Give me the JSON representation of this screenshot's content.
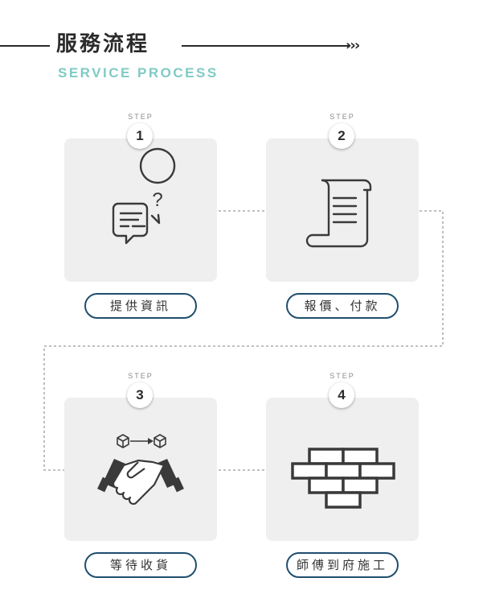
{
  "header": {
    "title": "服務流程",
    "arrow": "›››",
    "subtitle": "SERVICE PROCESS"
  },
  "steps": [
    {
      "step_label": "STEP",
      "number": "1",
      "title": "提供資訊",
      "icon": "chat-question-icon"
    },
    {
      "step_label": "STEP",
      "number": "2",
      "title": "報價、付款",
      "icon": "scroll-document-icon"
    },
    {
      "step_label": "STEP",
      "number": "3",
      "title": "等待收貨",
      "icon": "handshake-icon"
    },
    {
      "step_label": "STEP",
      "number": "4",
      "title": "師傅到府施工",
      "icon": "brick-wall-icon"
    }
  ],
  "colors": {
    "accent": "#7fcbc5",
    "pill_border": "#1f4e6e",
    "card_bg": "#efefef",
    "icon": "#3a3a3a"
  }
}
